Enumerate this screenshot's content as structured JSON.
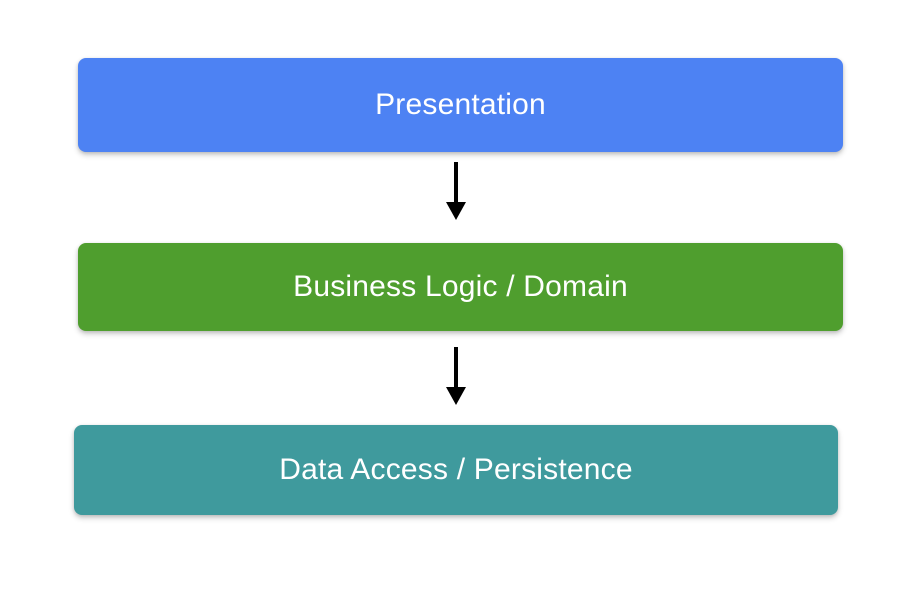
{
  "diagram": {
    "type": "layered-architecture",
    "background_color": "#ffffff",
    "title": "",
    "layers": [
      {
        "id": "presentation",
        "label": "Presentation",
        "color": "#4d82f3",
        "text_color": "#ffffff",
        "order": 1
      },
      {
        "id": "business-logic",
        "label": "Business Logic / Domain",
        "color": "#4f9e2e",
        "text_color": "#ffffff",
        "order": 2
      },
      {
        "id": "data-access",
        "label": "Data Access / Persistence",
        "color": "#3f9a9d",
        "text_color": "#ffffff",
        "order": 3
      }
    ],
    "connectors": [
      {
        "id": "presentation-to-business",
        "from": "presentation",
        "to": "business-logic",
        "style": "solid-arrow-down",
        "color": "#000000",
        "label": ""
      },
      {
        "id": "business-to-data",
        "from": "business-logic",
        "to": "data-access",
        "style": "solid-arrow-down",
        "color": "#000000",
        "label": ""
      }
    ]
  }
}
